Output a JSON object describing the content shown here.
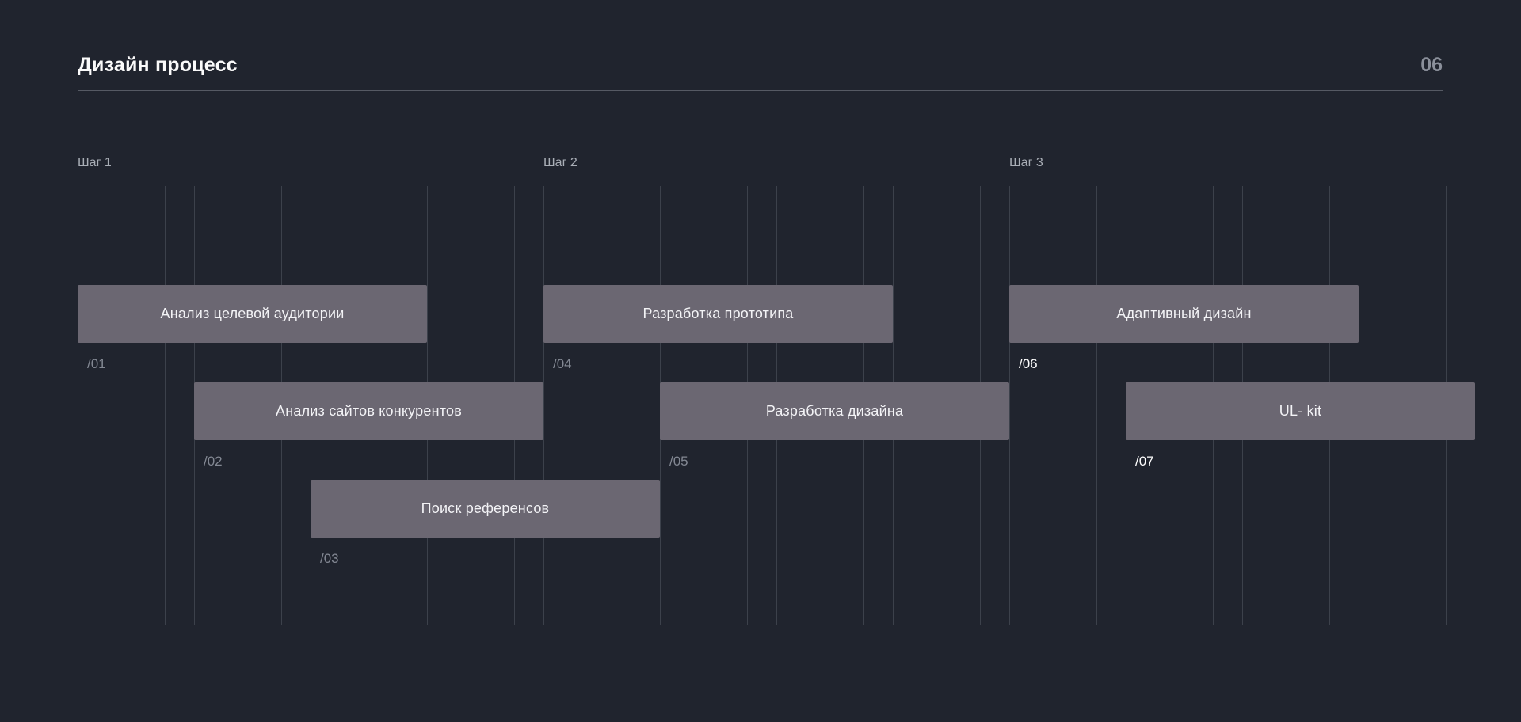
{
  "header": {
    "title": "Дизайн процесс",
    "page_number": "06"
  },
  "steps": [
    {
      "label": "Шаг 1",
      "col": 0
    },
    {
      "label": "Шаг 2",
      "col": 4
    },
    {
      "label": "Шаг 3",
      "col": 8
    }
  ],
  "tasks": [
    {
      "label": "Анализ целевой аудитории",
      "index": "/01",
      "row": 0,
      "col": 0,
      "span": 3,
      "index_highlighted": false
    },
    {
      "label": "Анализ сайтов конкурентов",
      "index": "/02",
      "row": 1,
      "col": 1,
      "span": 3,
      "index_highlighted": false
    },
    {
      "label": "Поиск референсов",
      "index": "/03",
      "row": 2,
      "col": 2,
      "span": 3,
      "index_highlighted": false
    },
    {
      "label": "Разработка прототипа",
      "index": "/04",
      "row": 0,
      "col": 4,
      "span": 3,
      "index_highlighted": false
    },
    {
      "label": "Разработка дизайна",
      "index": "/05",
      "row": 1,
      "col": 5,
      "span": 3,
      "index_highlighted": false
    },
    {
      "label": "Адаптивный дизайн",
      "index": "/06",
      "row": 0,
      "col": 8,
      "span": 3,
      "index_highlighted": true
    },
    {
      "label": "UL- kit",
      "index": "/07",
      "row": 1,
      "col": 9,
      "span": 3,
      "index_highlighted": true
    }
  ],
  "grid": {
    "columns": 12
  },
  "colors": {
    "background": "#20242e",
    "bar": "#6b6772",
    "gridline": "#3c414b",
    "index_muted": "#838893",
    "index_highlighted": "#ffffff",
    "page_number": "#8b909b"
  }
}
